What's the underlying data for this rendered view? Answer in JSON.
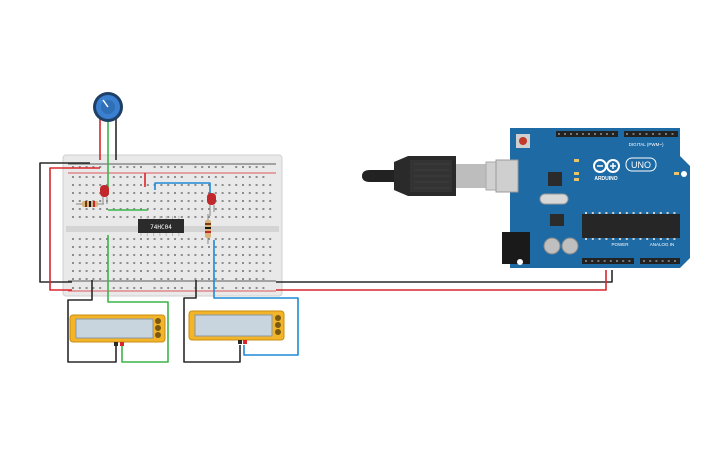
{
  "colors": {
    "wire_red": "#d9262b",
    "wire_black": "#2a2a2a",
    "wire_green": "#3cb44b",
    "wire_blue": "#1f8ad6",
    "breadboard": "#e6e6e6",
    "arduino": "#1d6aa5",
    "multimeter": "#f3b428",
    "pot": "#2f6fb5",
    "led": "#c0282c"
  },
  "ic": {
    "label": "74HC04"
  },
  "arduino": {
    "logo_text": "ARDUINO",
    "model": "UNO",
    "digital_label": "DIGITAL (PWM~)",
    "power_label": "POWER",
    "analog_label": "ANALOG IN"
  },
  "multimeters": [
    {
      "reading": ""
    },
    {
      "reading": ""
    }
  ]
}
